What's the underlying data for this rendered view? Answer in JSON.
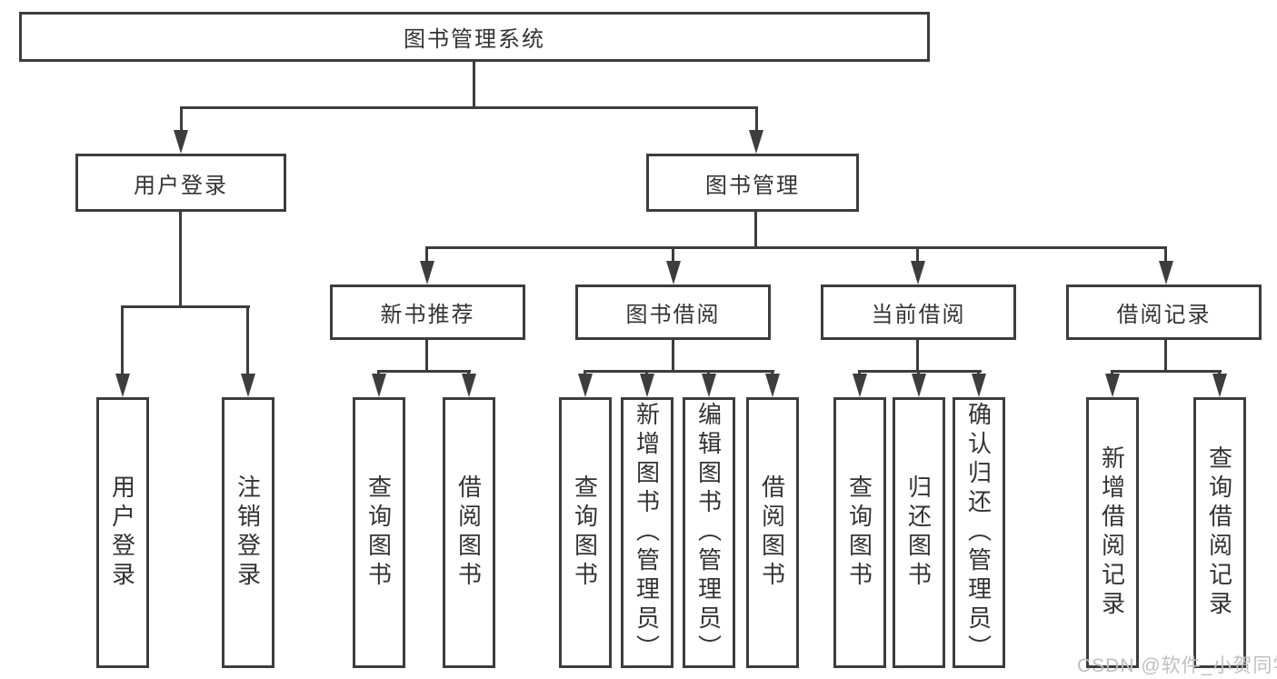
{
  "diagram": {
    "tree": {
      "root": {
        "label": "图书管理系统"
      },
      "branches": [
        {
          "label": "用户登录",
          "children": [
            {
              "label": "用户登录"
            },
            {
              "label": "注销登录"
            }
          ]
        },
        {
          "label": "图书管理",
          "groups": [
            {
              "label": "新书推荐",
              "children": [
                {
                  "label": "查询图书"
                },
                {
                  "label": "借阅图书"
                }
              ]
            },
            {
              "label": "图书借阅",
              "children": [
                {
                  "label": "查询图书"
                },
                {
                  "label": "新增图书（管理员）"
                },
                {
                  "label": "编辑图书（管理员）"
                },
                {
                  "label": "借阅图书"
                }
              ]
            },
            {
              "label": "当前借阅",
              "children": [
                {
                  "label": "查询图书"
                },
                {
                  "label": "归还图书"
                },
                {
                  "label": "确认归还（管理员）"
                }
              ]
            },
            {
              "label": "借阅记录",
              "children": [
                {
                  "label": "新增借阅记录"
                },
                {
                  "label": "查询借阅记录"
                }
              ]
            }
          ]
        }
      ]
    },
    "watermark": "CSDN @软件_小贺同学",
    "colors": {
      "line": "#3d3d3d",
      "text": "#333333",
      "background": "#ffffff",
      "watermark": "#bfbfbf"
    }
  }
}
